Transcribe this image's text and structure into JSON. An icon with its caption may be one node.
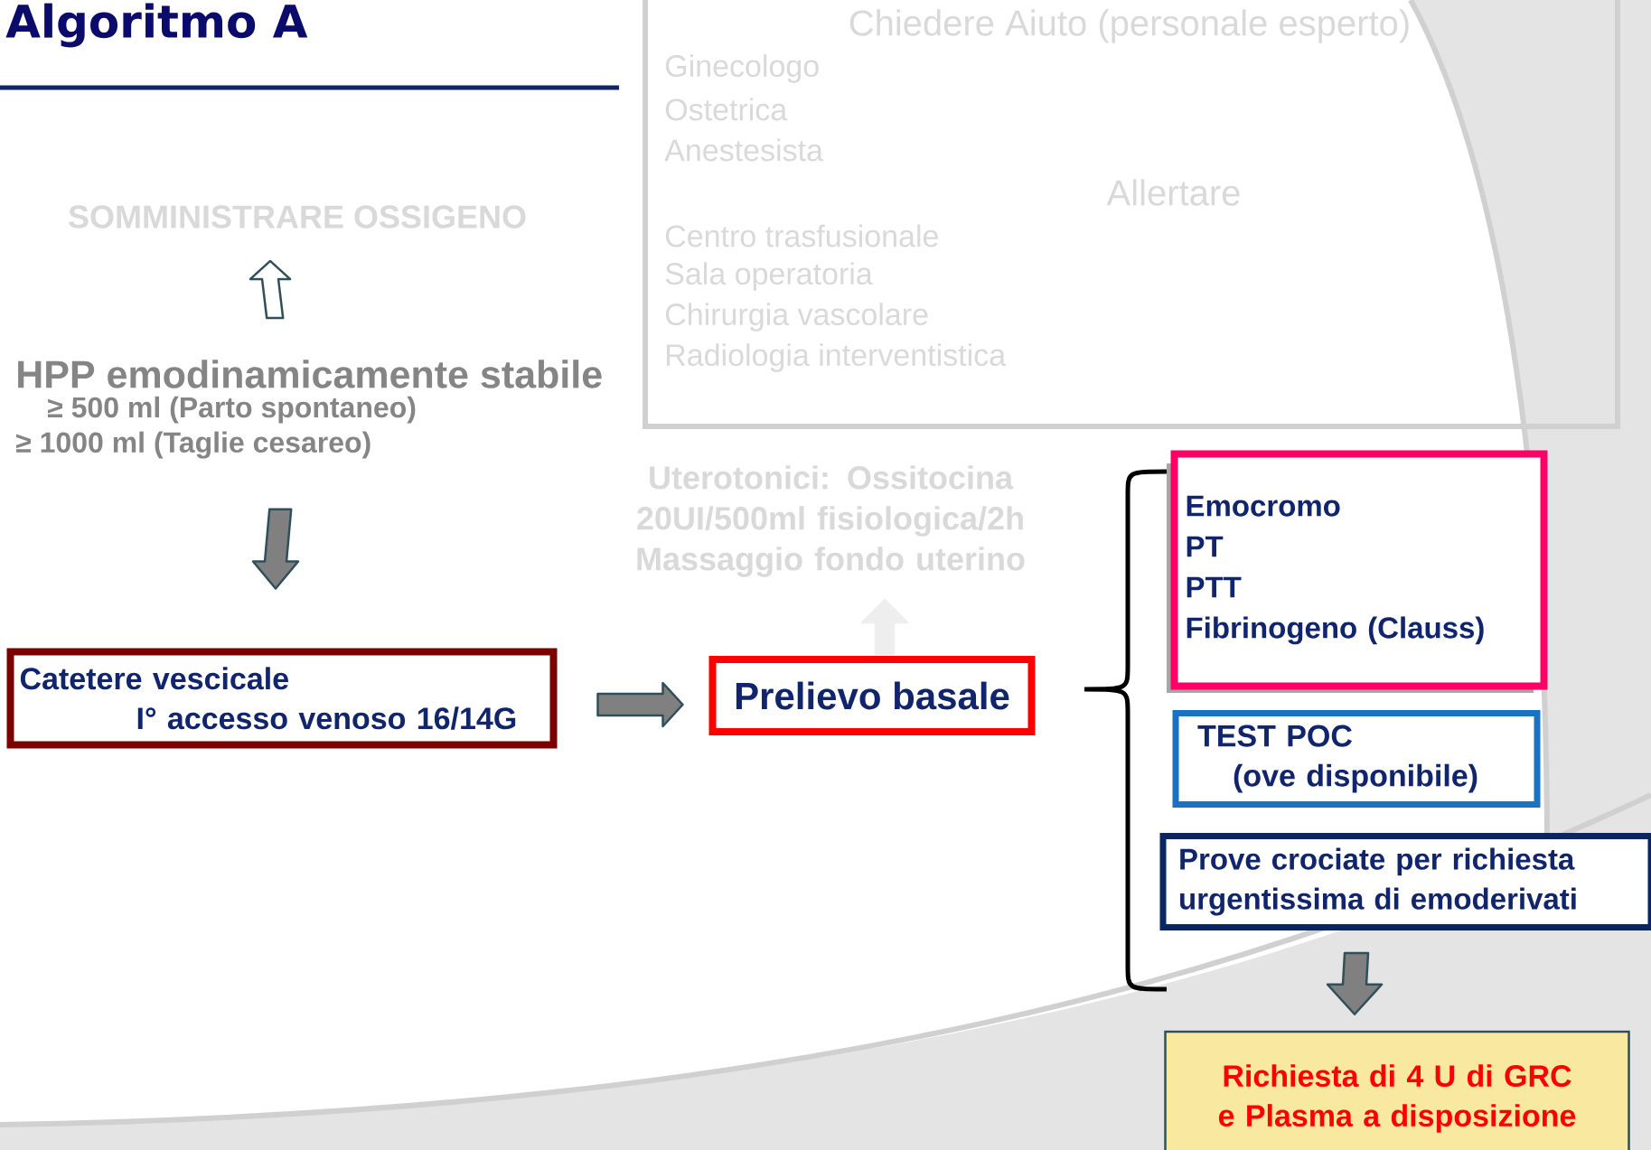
{
  "diagram": {
    "title": "Algoritmo A",
    "nodes": [
      {
        "text": [
          "SOMMINISTRARE OSSIGENO"
        ]
      },
      {
        "text": [
          "HPP emodinamicamente stabile",
          "≥ 500 ml (Parto spontaneo)",
          "≥ 1000 ml (Taglie cesareo)"
        ]
      },
      {
        "text": [
          "Catetere vescicale",
          "I° accesso venoso 16/14G"
        ]
      },
      {
        "text": [
          "Prelievo basale"
        ]
      },
      {
        "text": [
          "Uterotonici: Ossitocina 20UI/500ml fisiologica/2h",
          "Massaggio fondo uterino"
        ]
      },
      {
        "text": [
          "Chiedere Aiuto (personale esperto)",
          "Ginecologo",
          "Ostetrica",
          "Anestesista",
          "Allertare",
          "Centro trasfusionale",
          "Sala operatoria",
          "Chirurgia vascolare",
          "Radiologia interventistica"
        ]
      },
      {
        "text": [
          "Emocromo",
          "PT",
          "PTT",
          "Fibrinogeno (Clauss)"
        ]
      },
      {
        "text": [
          "TEST POC",
          "(ove disponibile)"
        ]
      },
      {
        "text": [
          "Prove crociate per richiesta urgentissima di emoderivati"
        ]
      },
      {
        "text": [
          "Richiesta di 4 U di GRC e Plasma a disposizione"
        ]
      }
    ],
    "edges": [
      {
        "from": 1,
        "to": 0,
        "arrow": "to"
      },
      {
        "from": 1,
        "to": 2,
        "arrow": "to"
      },
      {
        "from": 2,
        "to": 3,
        "arrow": "to"
      },
      {
        "from": 3,
        "to": 4,
        "arrow": "to",
        "color": "#eeeeee"
      },
      {
        "from": 8,
        "to": 9,
        "arrow": "to"
      }
    ]
  }
}
